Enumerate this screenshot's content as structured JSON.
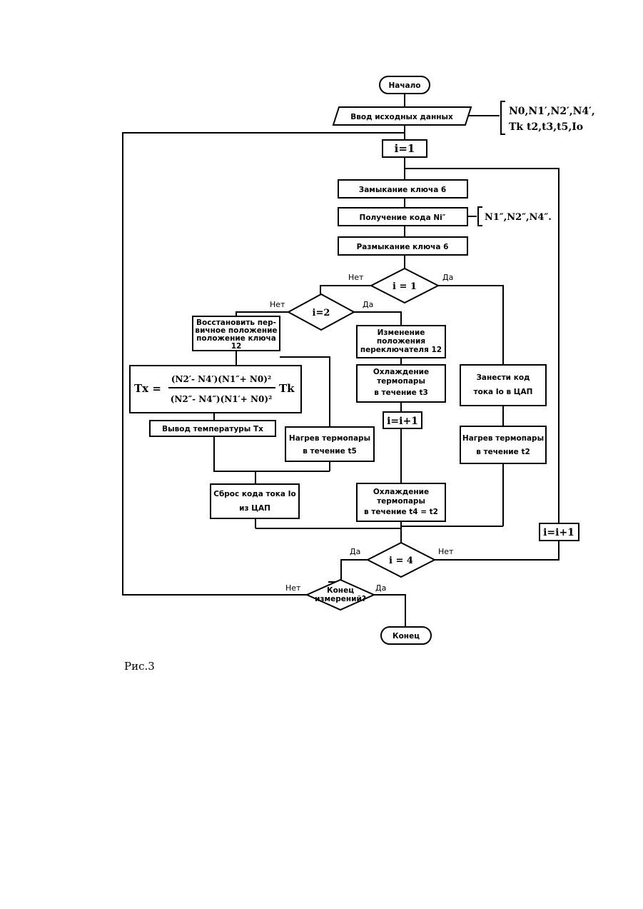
{
  "flowchart": {
    "start": "Начало",
    "input": "Ввод исходных данных",
    "input_params_line1": "N0,N1′,N2′,N4′,",
    "input_params_line2": "Tk t2,t3,t5,Io",
    "init_i": "i=1",
    "close_key": "Замыкание ключа 6",
    "get_code": "Получение кода Ni″",
    "get_code_params": "N1″,N2″,N4″.",
    "open_key": "Размыкание ключа 6",
    "cond_i1": "i = 1",
    "cond_i2": "i=2",
    "cond_i4": "i = 4",
    "cond_end_line1": "Конец",
    "cond_end_line2": "измерений?",
    "restore_line1": "Восстановить пер-",
    "restore_line2": "вичное положение",
    "restore_line3": "положение ключа",
    "restore_line4": "12",
    "formula_lhs": "Tx =",
    "formula_num": "(N2′- N4′)(N1″+ N0)²",
    "formula_den": "(N2″- N4″)(N1′+ N0)²",
    "formula_rhs": "Tk",
    "output_temp": "Вывод температуры Tx",
    "heat_t5_line1": "Нагрев термопары",
    "heat_t5_line2": "в течение  t5",
    "reset_code_line1": "Сброс кода тока Io",
    "reset_code_line2": "из ЦАП",
    "change_switch_line1": "Изменение",
    "change_switch_line2": "положения",
    "change_switch_line3": "переключателя 12",
    "cool_t3_line1": "Охлаждение",
    "cool_t3_line2": "термопары",
    "cool_t3_line3": "в течение  t3",
    "incr_mid": "i=i+1",
    "cool_t4_line1": "Охлаждение",
    "cool_t4_line2": "термопары",
    "cool_t4_line3": "в течение  t4 = t2",
    "set_code_line1": "Занести код",
    "set_code_line2": "тока  Io в ЦАП",
    "heat_t2_line1": "Нагрев термопары",
    "heat_t2_line2": "в течение  t2",
    "incr_right": "i=i+1",
    "end": "Конец",
    "label_yes": "Да",
    "label_no": "Нет"
  },
  "caption": "Рис.3"
}
